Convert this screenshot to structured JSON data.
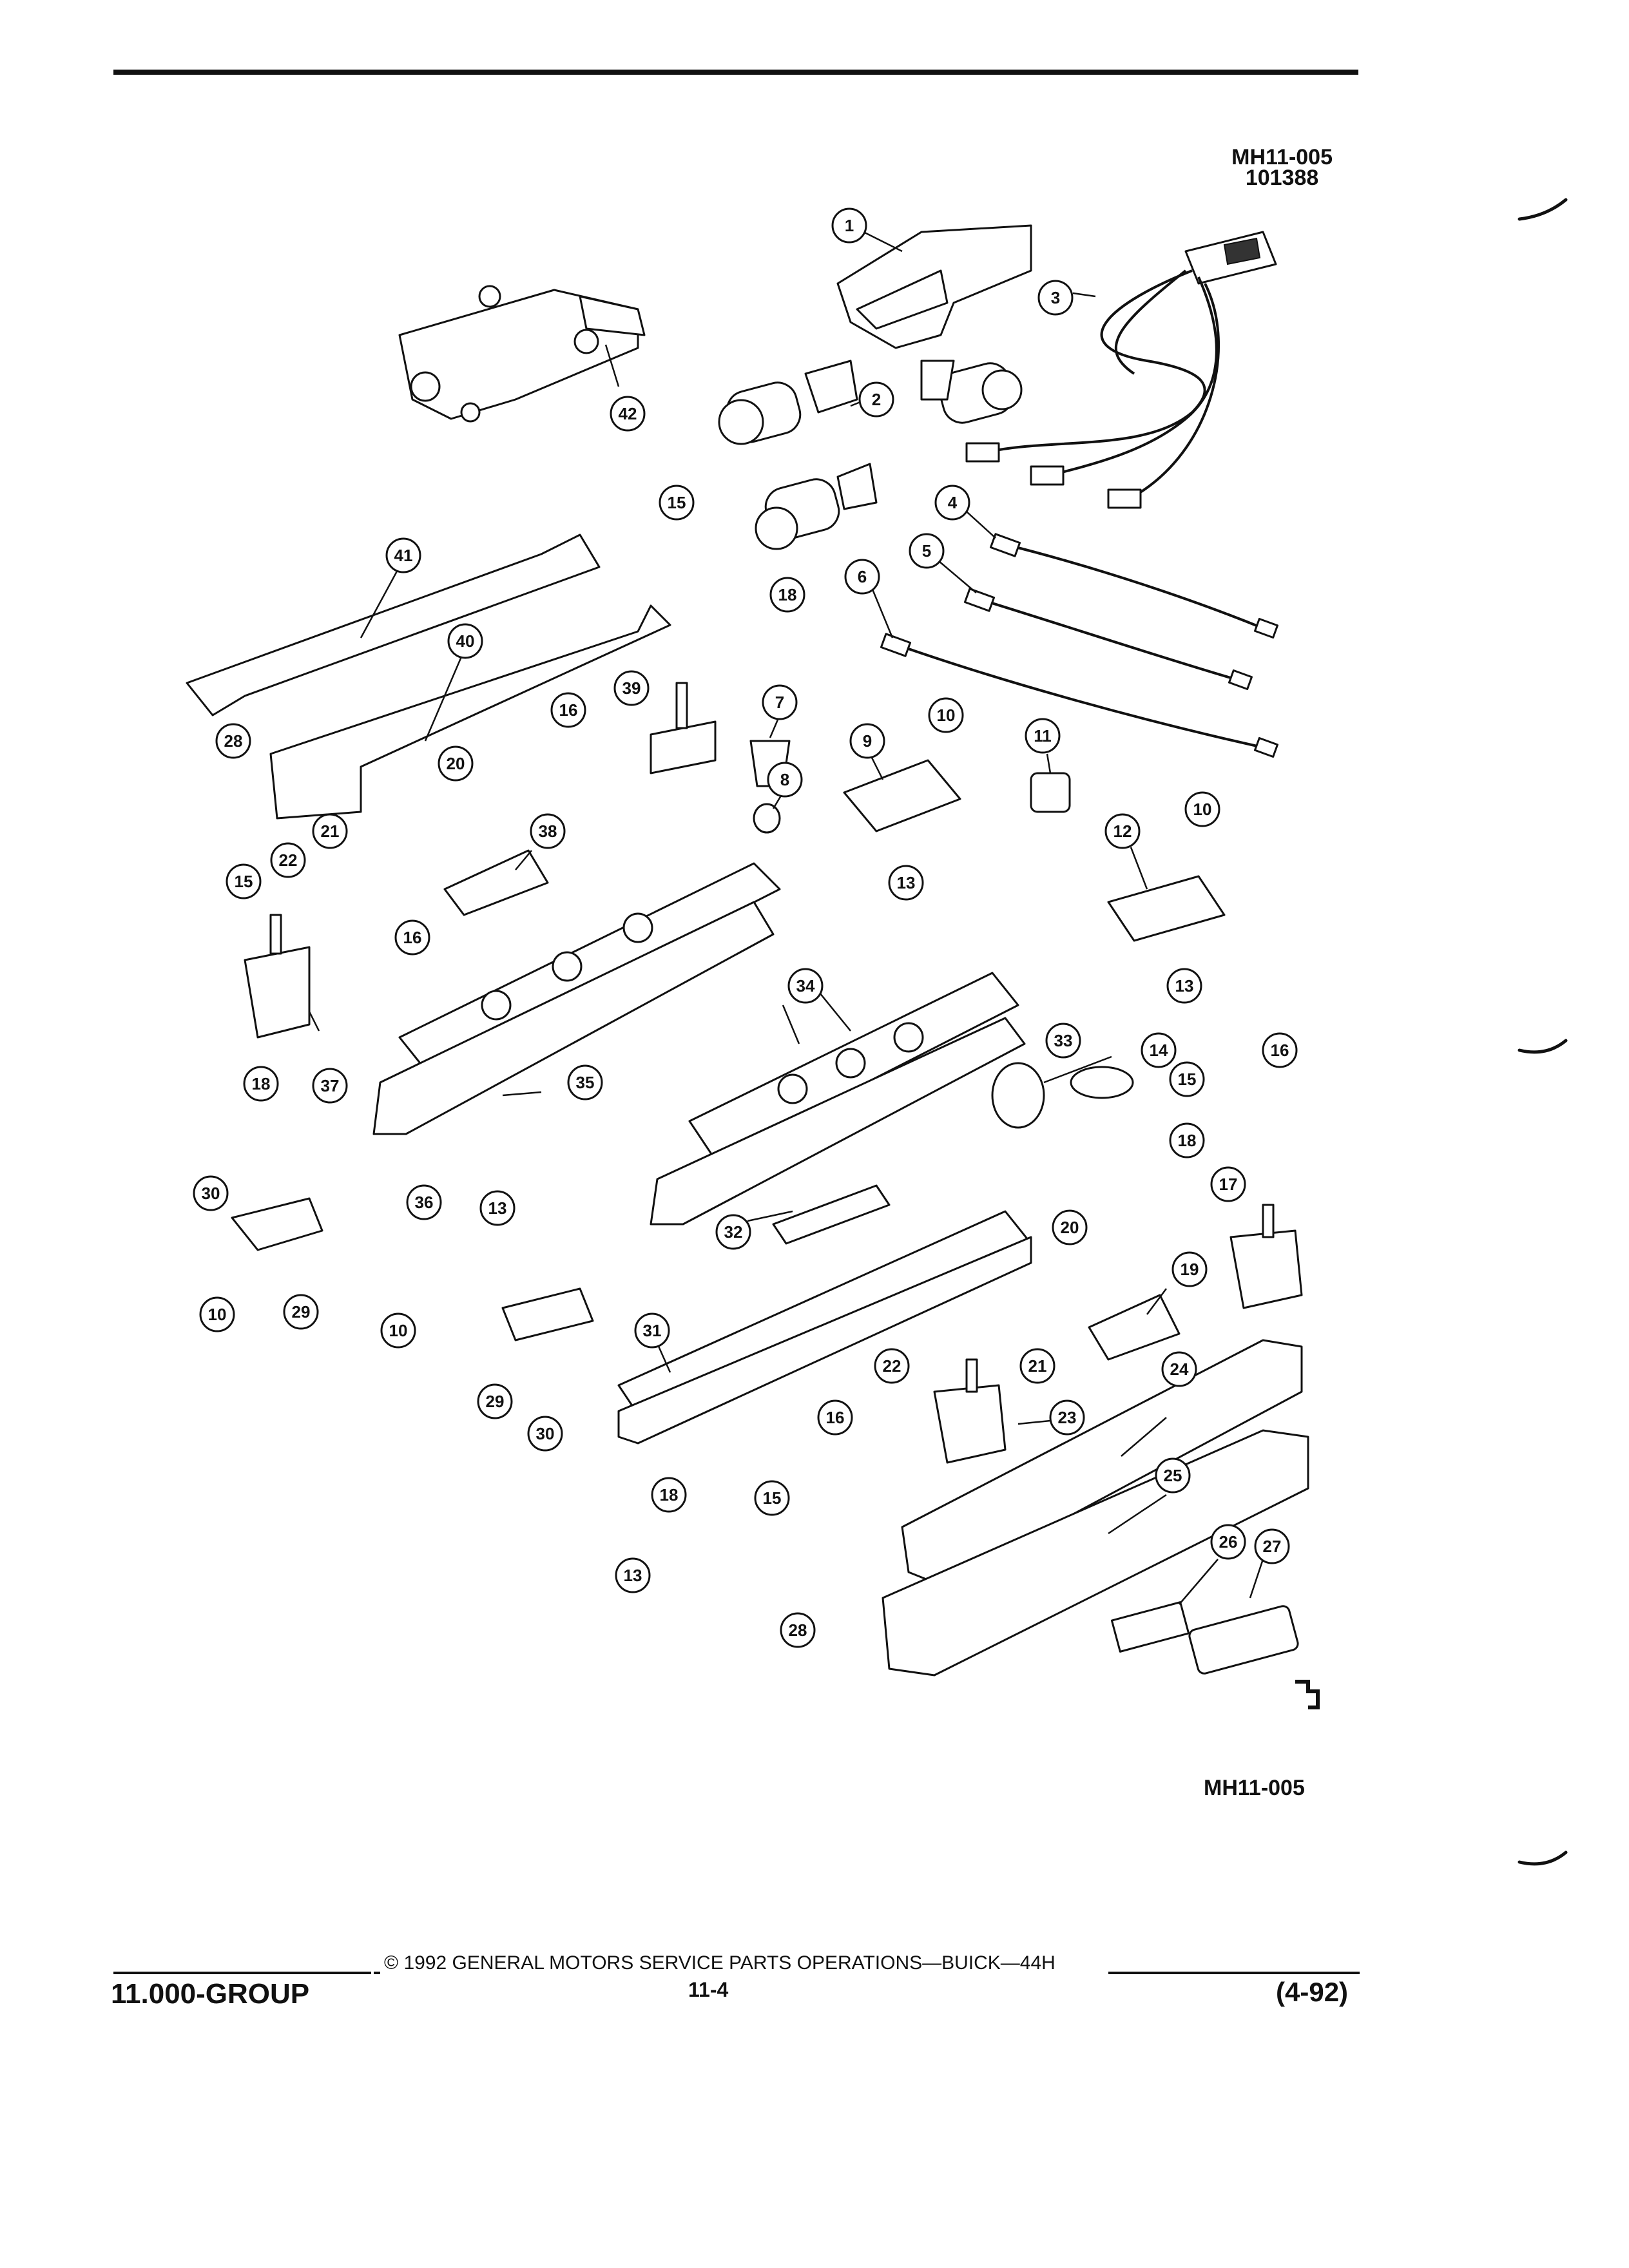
{
  "header": {
    "figure_code": "MH11-005",
    "figure_number": "101388"
  },
  "figure_code_bottom": "MH11-005",
  "callouts": [
    {
      "id": "c1",
      "label": "1"
    },
    {
      "id": "c2",
      "label": "2"
    },
    {
      "id": "c3",
      "label": "3"
    },
    {
      "id": "c4",
      "label": "4"
    },
    {
      "id": "c5",
      "label": "5"
    },
    {
      "id": "c6",
      "label": "6"
    },
    {
      "id": "c7",
      "label": "7"
    },
    {
      "id": "c8",
      "label": "8"
    },
    {
      "id": "c9",
      "label": "9"
    },
    {
      "id": "c10a",
      "label": "10"
    },
    {
      "id": "c10b",
      "label": "10"
    },
    {
      "id": "c10c",
      "label": "10"
    },
    {
      "id": "c10d",
      "label": "10"
    },
    {
      "id": "c11",
      "label": "11"
    },
    {
      "id": "c12",
      "label": "12"
    },
    {
      "id": "c13a",
      "label": "13"
    },
    {
      "id": "c13b",
      "label": "13"
    },
    {
      "id": "c13c",
      "label": "13"
    },
    {
      "id": "c13d",
      "label": "13"
    },
    {
      "id": "c14",
      "label": "14"
    },
    {
      "id": "c15a",
      "label": "15"
    },
    {
      "id": "c15b",
      "label": "15"
    },
    {
      "id": "c15c",
      "label": "15"
    },
    {
      "id": "c15d",
      "label": "15"
    },
    {
      "id": "c16a",
      "label": "16"
    },
    {
      "id": "c16b",
      "label": "16"
    },
    {
      "id": "c16c",
      "label": "16"
    },
    {
      "id": "c16d",
      "label": "16"
    },
    {
      "id": "c17",
      "label": "17"
    },
    {
      "id": "c18a",
      "label": "18"
    },
    {
      "id": "c18b",
      "label": "18"
    },
    {
      "id": "c18c",
      "label": "18"
    },
    {
      "id": "c18d",
      "label": "18"
    },
    {
      "id": "c19",
      "label": "19"
    },
    {
      "id": "c20a",
      "label": "20"
    },
    {
      "id": "c20b",
      "label": "20"
    },
    {
      "id": "c21a",
      "label": "21"
    },
    {
      "id": "c21b",
      "label": "21"
    },
    {
      "id": "c22a",
      "label": "22"
    },
    {
      "id": "c22b",
      "label": "22"
    },
    {
      "id": "c23",
      "label": "23"
    },
    {
      "id": "c24",
      "label": "24"
    },
    {
      "id": "c25",
      "label": "25"
    },
    {
      "id": "c26",
      "label": "26"
    },
    {
      "id": "c27",
      "label": "27"
    },
    {
      "id": "c28a",
      "label": "28"
    },
    {
      "id": "c28b",
      "label": "28"
    },
    {
      "id": "c29a",
      "label": "29"
    },
    {
      "id": "c29b",
      "label": "29"
    },
    {
      "id": "c30a",
      "label": "30"
    },
    {
      "id": "c30b",
      "label": "30"
    },
    {
      "id": "c31",
      "label": "31"
    },
    {
      "id": "c32",
      "label": "32"
    },
    {
      "id": "c33",
      "label": "33"
    },
    {
      "id": "c34",
      "label": "34"
    },
    {
      "id": "c35",
      "label": "35"
    },
    {
      "id": "c36",
      "label": "36"
    },
    {
      "id": "c37",
      "label": "37"
    },
    {
      "id": "c38",
      "label": "38"
    },
    {
      "id": "c39",
      "label": "39"
    },
    {
      "id": "c40",
      "label": "40"
    },
    {
      "id": "c41",
      "label": "41"
    },
    {
      "id": "c42",
      "label": "42"
    }
  ],
  "footer": {
    "group": "11.000-GROUP",
    "copyright": "©  1992  GENERAL MOTORS SERVICE PARTS OPERATIONS—BUICK—44H",
    "page": "11-4",
    "date_code": "(4-92)"
  }
}
